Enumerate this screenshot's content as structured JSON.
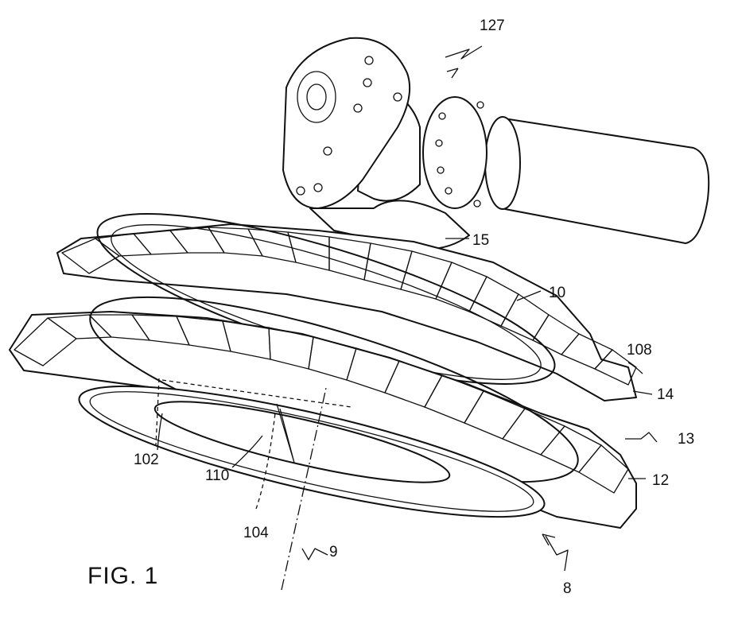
{
  "figure": {
    "caption": "FIG. 1",
    "references": {
      "r127": "127",
      "r15": "15",
      "r10": "10",
      "r108": "108",
      "r14": "14",
      "r13": "13",
      "r12": "12",
      "r102": "102",
      "r110": "110",
      "r104": "104",
      "r9": "9",
      "r8": "8"
    }
  }
}
